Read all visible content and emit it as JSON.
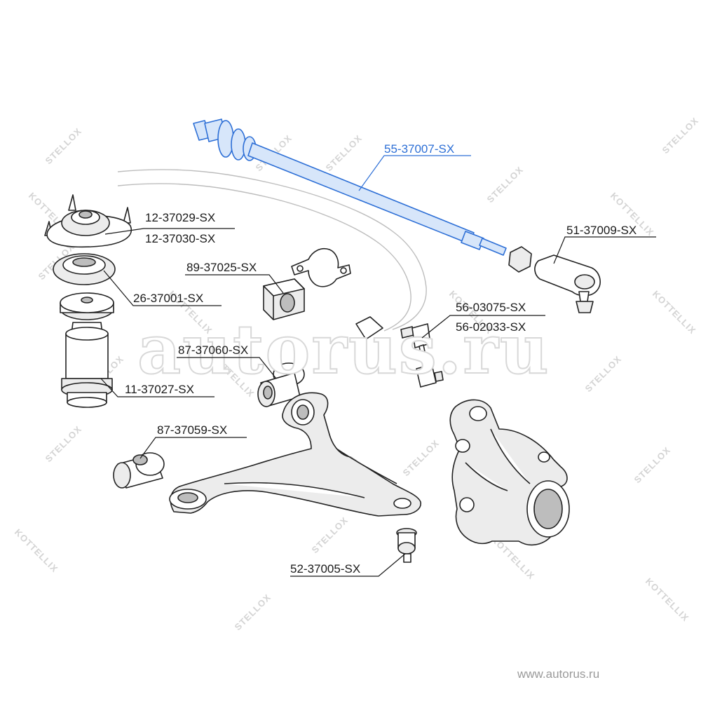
{
  "watermark": {
    "repeat_text": "STELLOX",
    "repeat_text_alt": "KOTTELLIX",
    "big_text": "autorus.ru",
    "url": "www.autorus.ru"
  },
  "colors": {
    "highlight": "#2d6fd6",
    "label": "#1a1a1a",
    "watermark": "#d4d4d4"
  },
  "parts": {
    "tie_rod": "55-37007-SX",
    "tie_rod_end": "51-37009-SX",
    "strut_mount_a": "12-37029-SX",
    "strut_mount_b": "12-37030-SX",
    "strut_bearing": "26-37001-SX",
    "stabilizer_bushing": "89-37025-SX",
    "stabilizer_link_a": "56-03075-SX",
    "stabilizer_link_b": "56-02033-SX",
    "arm_bushing_front": "87-37060-SX",
    "bump_stop_boot": "11-37027-SX",
    "arm_bushing_rear": "87-37059-SX",
    "ball_joint": "52-37005-SX"
  }
}
